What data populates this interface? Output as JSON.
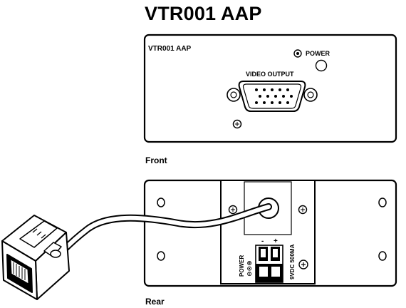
{
  "diagram": {
    "title": "VTR001 AAP",
    "front": {
      "caption": "Front",
      "panel_label": "VTR001 AAP",
      "power_label": "POWER",
      "video_output_label": "VIDEO OUTPUT"
    },
    "rear": {
      "caption": "Rear",
      "power_label": "POWER",
      "polarity_label": "⊖⊙⊕",
      "terminal_minus": "-",
      "terminal_plus": "+",
      "rating_label": "9VDC 500MA"
    }
  }
}
